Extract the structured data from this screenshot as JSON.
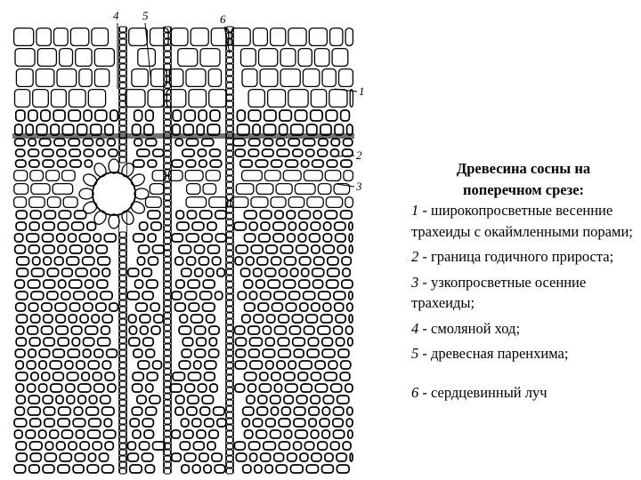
{
  "figure": {
    "callouts": [
      "1",
      "2",
      "3",
      "4",
      "5",
      "6"
    ]
  },
  "caption": {
    "title_line1": "Древесина сосны на",
    "title_line2": "поперечном срезе:",
    "items": [
      {
        "num": "1",
        "text": " - широкопросветные весенние трахеиды с окаймленными порами;"
      },
      {
        "num": "2",
        "text": " - граница годичного прироста;"
      },
      {
        "num": "3",
        "text": " - узкопросветные осенние трахеиды;"
      },
      {
        "num": "4",
        "text": " - смоляной ход;"
      },
      {
        "num": "5",
        "text": " - древесная паренхима;"
      },
      {
        "num": "6",
        "text": " - сердцевинный луч"
      }
    ]
  }
}
